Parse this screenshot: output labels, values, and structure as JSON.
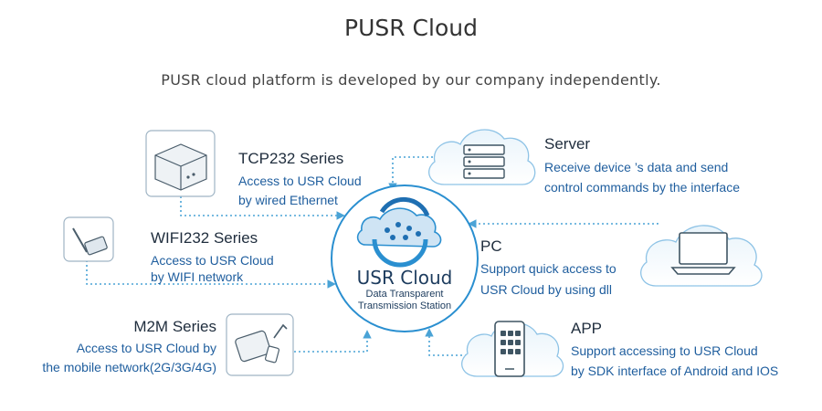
{
  "title": "PUSR Cloud",
  "subtitle": "PUSR cloud platform is developed by our company independently.",
  "center": {
    "title": "USR Cloud",
    "line1": "Data Transparent",
    "line2": "Transmission Station"
  },
  "nodes": {
    "tcp": {
      "title": "TCP232 Series",
      "line1": "Access to USR Cloud",
      "line2": "by wired Ethernet"
    },
    "wifi": {
      "title": "WIFI232 Series",
      "line1": "Access to USR Cloud",
      "line2": "by WIFI network"
    },
    "m2m": {
      "title": "M2M Series",
      "line1": "Access to USR Cloud by",
      "line2": "the mobile network(2G/3G/4G)"
    },
    "server": {
      "title": "Server",
      "line1": "Receive device ’s data and send",
      "line2": "control commands by the interface"
    },
    "pc": {
      "title": "PC",
      "line1": "Support quick access to",
      "line2": "USR Cloud by using dll"
    },
    "app": {
      "title": "APP",
      "line1": "Support accessing to USR Cloud",
      "line2": "by SDK interface of Android and IOS"
    }
  },
  "colors": {
    "accent": "#2a8fd0",
    "dotted": "#4aa3d6",
    "cloud_outline": "#8ec3e6",
    "device_outline": "#9fb4c4"
  },
  "icons": [
    "router-device-icon",
    "wifi-module-icon",
    "m2m-modem-icon",
    "server-rack-icon",
    "laptop-icon",
    "smartphone-icon",
    "usr-cloud-logo"
  ]
}
